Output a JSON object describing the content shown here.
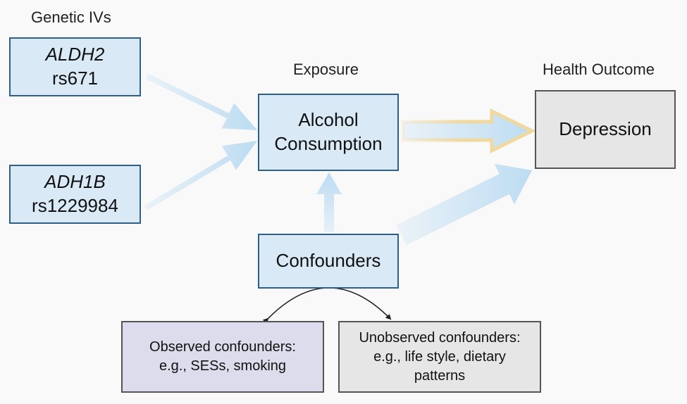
{
  "labels": {
    "genetic_ivs": "Genetic IVs",
    "exposure": "Exposure",
    "health_outcome": "Health Outcome"
  },
  "nodes": {
    "aldh2": {
      "gene": "ALDH2",
      "snp": "rs671"
    },
    "adh1b": {
      "gene": "ADH1B",
      "snp": "rs1229984"
    },
    "alcohol": {
      "line1": "Alcohol",
      "line2": "Consumption"
    },
    "depression": {
      "text": "Depression"
    },
    "confounders": {
      "text": "Confounders"
    },
    "observed": {
      "line1": "Observed confounders:",
      "line2": "e.g., SESs, smoking"
    },
    "unobserved": {
      "line1": "Unobserved confounders:",
      "line2": "e.g., life style, dietary",
      "line3": "patterns"
    }
  },
  "colors": {
    "box_fill": "#d9e9f6",
    "box_border": "#2f5f86",
    "arrow_blue": "#bcdcf2",
    "arrow_gold": "#f0d9a0",
    "outcome_fill": "#e6e6e6",
    "observed_fill": "#dcdcec"
  }
}
